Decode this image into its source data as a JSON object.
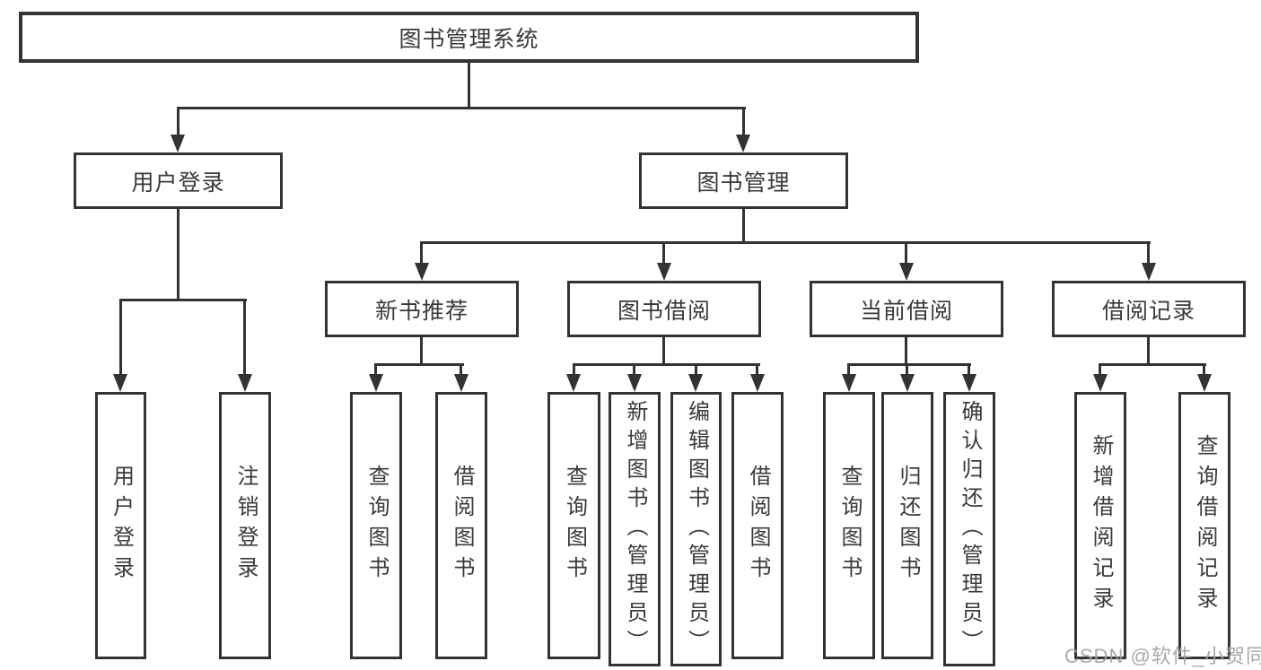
{
  "diagram": {
    "root_label": "图书管理系统",
    "watermark": "CSDN @软件_小贺同学",
    "line_color": "#333333",
    "watermark_color": "#a3a3a3",
    "branches": [
      {
        "label": "用户登录",
        "leaves": [
          {
            "label": "用户登录"
          },
          {
            "label": "注销登录"
          }
        ]
      },
      {
        "label": "图书管理",
        "sections": [
          {
            "label": "新书推荐",
            "leaves": [
              {
                "label": "查询图书"
              },
              {
                "label": "借阅图书"
              }
            ]
          },
          {
            "label": "图书借阅",
            "leaves": [
              {
                "label": "查询图书"
              },
              {
                "label": "新增图书（管理员）"
              },
              {
                "label": "编辑图书（管理员）"
              },
              {
                "label": "借阅图书"
              }
            ]
          },
          {
            "label": "当前借阅",
            "leaves": [
              {
                "label": "查询图书"
              },
              {
                "label": "归还图书"
              },
              {
                "label": "确认归还（管理员）"
              }
            ]
          },
          {
            "label": "借阅记录",
            "leaves": [
              {
                "label": "新增借阅记录"
              },
              {
                "label": "查询借阅记录"
              }
            ]
          }
        ]
      }
    ]
  }
}
